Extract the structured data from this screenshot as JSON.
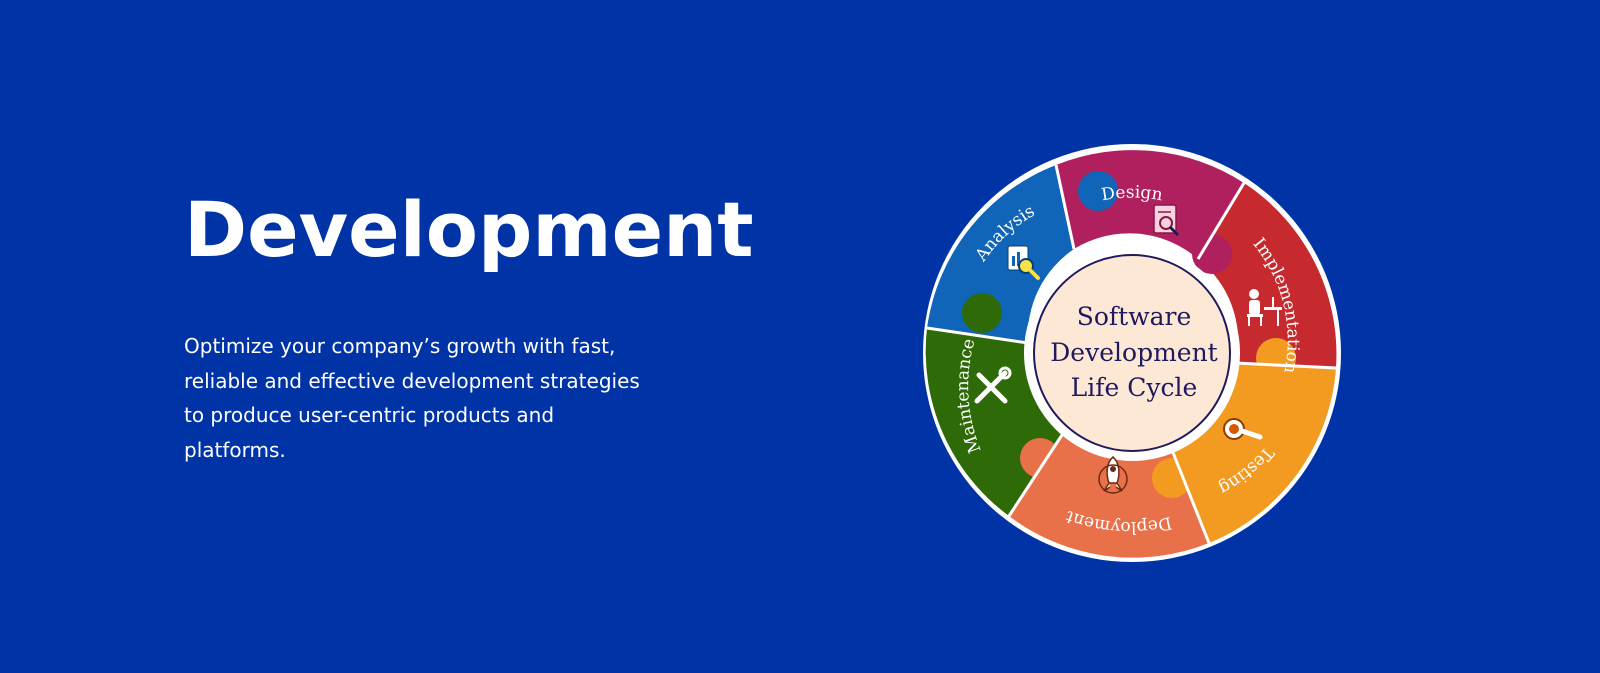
{
  "hero": {
    "title": "Development",
    "description_lines": [
      "Optimize your company’s growth with fast,",
      "reliable and effective development strategies",
      "to produce user-centric products and",
      "platforms."
    ]
  },
  "diagram": {
    "center_lines": [
      "Software",
      "Development",
      "Life Cycle"
    ],
    "segments": [
      {
        "label": "Design",
        "color": "#b0205e",
        "icon": "document-search-icon"
      },
      {
        "label": "Implementation",
        "color": "#c62a2f",
        "icon": "person-at-desk-icon"
      },
      {
        "label": "Testing",
        "color": "#f39a21",
        "icon": "magnifier-bug-icon"
      },
      {
        "label": "Deployment",
        "color": "#e8714a",
        "icon": "rocket-icon"
      },
      {
        "label": "Maintenance",
        "color": "#2f6a09",
        "icon": "tools-icon"
      },
      {
        "label": "Analysis",
        "color": "#1065b8",
        "icon": "chart-magnifier-icon"
      }
    ]
  },
  "colors": {
    "background": "#0033a6",
    "text": "#ffffff",
    "center_fill": "#fde8d6",
    "center_text": "#1f1a5e"
  }
}
